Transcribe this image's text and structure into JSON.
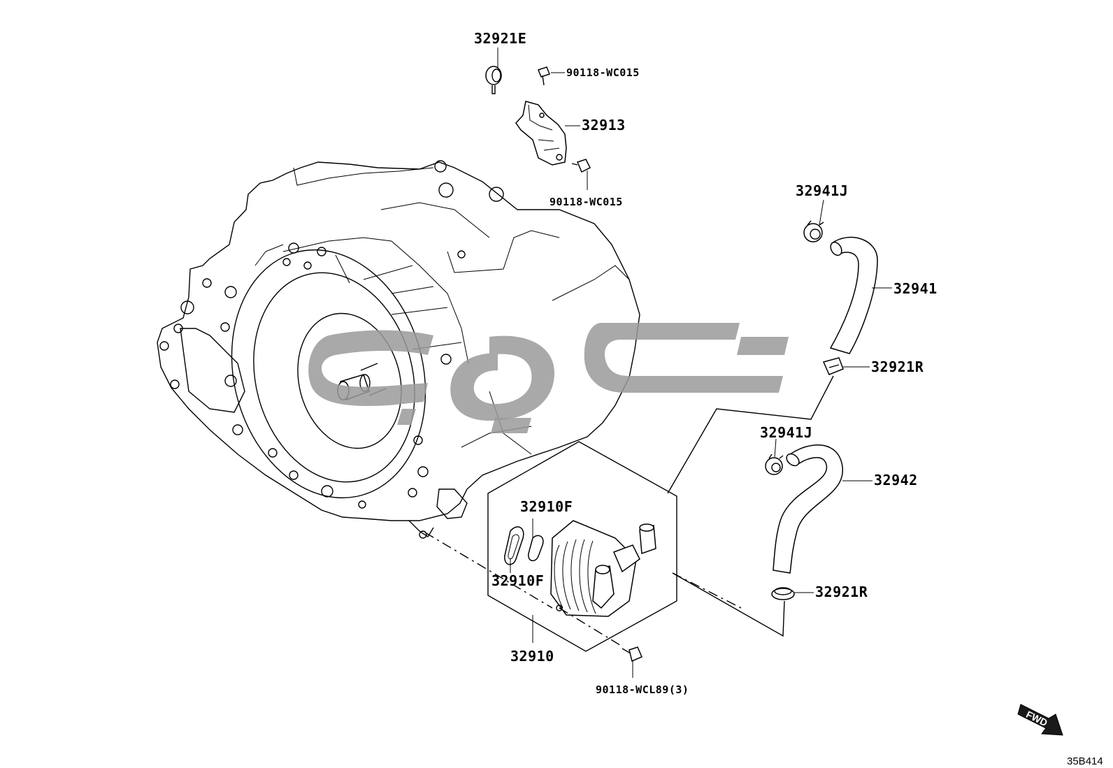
{
  "diagram_id": "35B414",
  "fwd_label": "FWD",
  "parts": [
    {
      "key": "p1",
      "number": "32921E"
    },
    {
      "key": "p2",
      "number": "90118-WC015"
    },
    {
      "key": "p3",
      "number": "32913"
    },
    {
      "key": "p4",
      "number": "90118-WC015"
    },
    {
      "key": "p5",
      "number": "32941J"
    },
    {
      "key": "p6",
      "number": "32941"
    },
    {
      "key": "p7",
      "number": "32921R"
    },
    {
      "key": "p8",
      "number": "32941J"
    },
    {
      "key": "p9",
      "number": "32942"
    },
    {
      "key": "p10",
      "number": "32921R"
    },
    {
      "key": "p11",
      "number": "32910F"
    },
    {
      "key": "p12",
      "number": "32910F"
    },
    {
      "key": "p13",
      "number": "32910"
    },
    {
      "key": "p14",
      "number": "90118-WCL89(3)"
    }
  ],
  "watermark": {
    "color": "#9a9a9a"
  }
}
